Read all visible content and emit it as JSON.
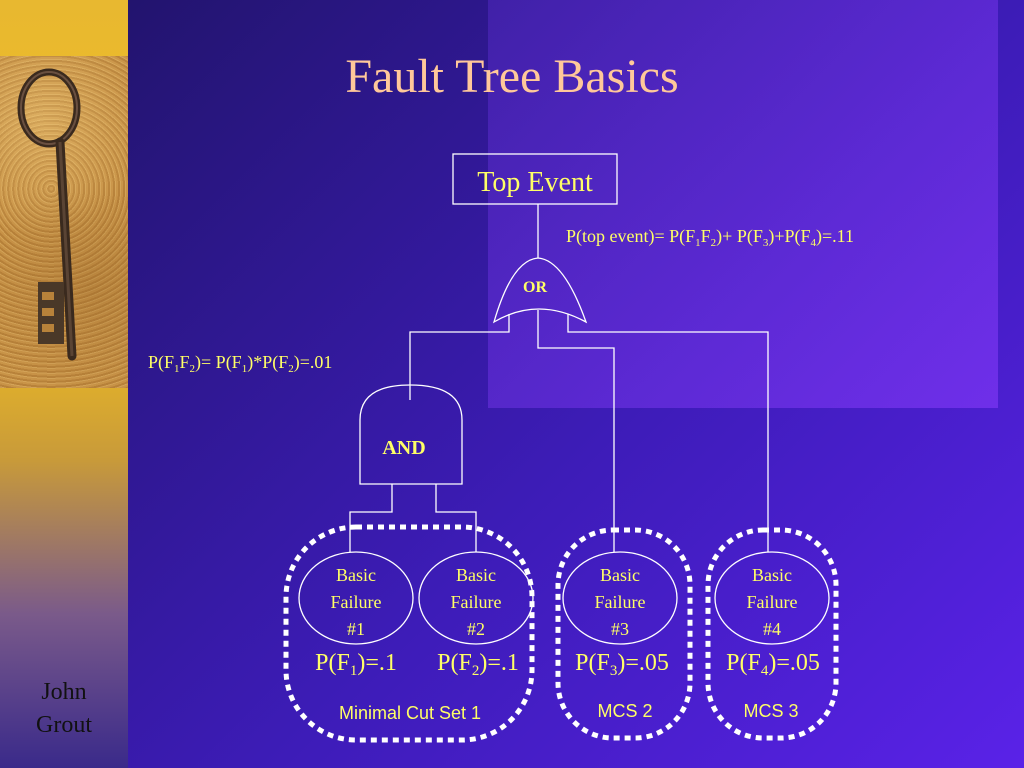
{
  "slide": {
    "title": "Fault Tree Basics",
    "author": "John Grout",
    "author_line1": "John",
    "author_line2": "Grout"
  },
  "diagram": {
    "top_event": "Top Event",
    "top_formula": {
      "parts": [
        "P(top event)= P(F",
        "1",
        "F",
        "2",
        ")+ P(F",
        "3",
        ")+P(F",
        "4",
        ")=.11"
      ]
    },
    "or_gate": "OR",
    "and_gate": "AND",
    "and_formula": {
      "parts": [
        "P(F",
        "1",
        "F",
        "2",
        ")= P(F",
        "1",
        ")*P(F",
        "2",
        ")=.01"
      ]
    },
    "basic_failures": [
      {
        "line1": "Basic",
        "line2": "Failure",
        "line3": "#1",
        "prob": [
          "P(F",
          "1",
          ")=.1"
        ]
      },
      {
        "line1": "Basic",
        "line2": "Failure",
        "line3": "#2",
        "prob": [
          "P(F",
          "2",
          ")=.1"
        ]
      },
      {
        "line1": "Basic",
        "line2": "Failure",
        "line3": "#3",
        "prob": [
          "P(F",
          "3",
          ")=.05"
        ]
      },
      {
        "line1": "Basic",
        "line2": "Failure",
        "line3": "#4",
        "prob": [
          "P(F",
          "4",
          ")=.05"
        ]
      }
    ],
    "cut_sets": [
      "Minimal Cut Set 1",
      "MCS 2",
      "MCS 3"
    ]
  },
  "colors": {
    "text": "#ffff66",
    "title": "#ffc89a",
    "lines": "#ffffff",
    "background": "#3d1cb8",
    "sidebar": "#f2c020"
  }
}
